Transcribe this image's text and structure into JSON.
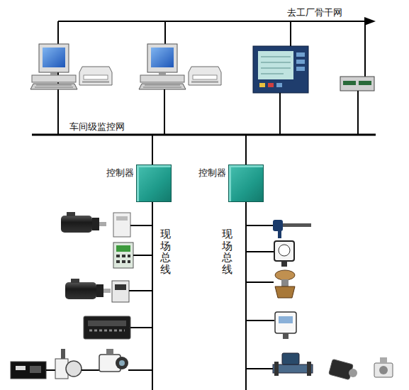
{
  "diagram": {
    "nodes": [
      {
        "text": [
          "控制器"
        ]
      },
      {
        "text": [
          "控制器"
        ]
      }
    ],
    "edges": [
      {
        "from": 0,
        "to": 1,
        "arrow": "none"
      }
    ],
    "labels": [
      "去工厂骨干网",
      "车间级监控网",
      "现场总线",
      "现场总线"
    ]
  }
}
